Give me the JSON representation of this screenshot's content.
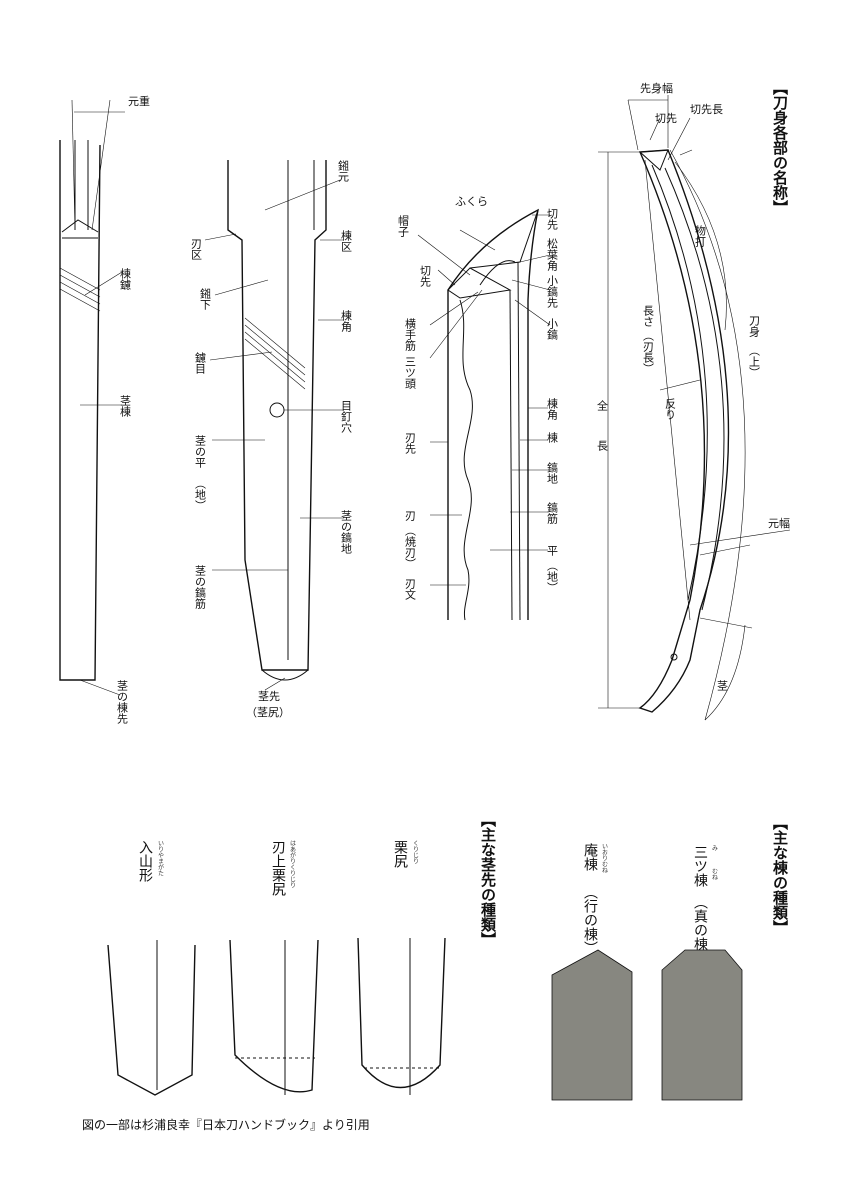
{
  "titles": {
    "blade_parts": "【刀身各部の名称】",
    "nakago_tips": "【主な茎先の種類】",
    "mune_types": "【主な棟の種類】"
  },
  "nakago_view": {
    "motogasane": "元重",
    "mune_machi": "棟鑢",
    "nakago_mune": "茎棟",
    "nakago_mune_saki": "茎の棟先"
  },
  "tang_view": {
    "habaki_moto": "鎺元",
    "ha_machi": "刃区",
    "mune_machi": "棟区",
    "habaki_shita": "鎺下",
    "mune_kado": "棟角",
    "yasuri_me": "鑢目",
    "mekugi_ana": "目釘穴",
    "nakago_hira": "茎の平",
    "nakago_hira_sub": "（地）",
    "nakago_shinogiji": "茎の鎬地",
    "nakago_shinogi": "茎の鎬筋",
    "nakago_saki": "茎先",
    "nakago_saki_sub": "（茎尻）"
  },
  "point_view": {
    "kissaki_top": "切先",
    "fukura": "ふくら",
    "boshi": "帽子",
    "matsuba_kado": "松葉角",
    "kissaki_side": "切先",
    "koshinogi_saki": "小鎬先",
    "yokote_suji": "横手筋",
    "koshinogi": "小鎬",
    "mitsu_gashira": "三ツ頭",
    "mune_kado": "棟角",
    "hasaki": "刃先",
    "mune": "棟",
    "shinogiji": "鎬地",
    "ha": "刃",
    "ha_sub": "（焼刃）",
    "shinogi_suji": "鎬筋",
    "hira": "平",
    "hira_sub": "（地）",
    "hamon": "刃文"
  },
  "whole_blade": {
    "sakimi_haba": "先身幅",
    "kissaki": "切先",
    "kissaki_naga": "切先長",
    "monouchi": "物打",
    "nagasa": "長さ",
    "nagasa_sub": "（刃長）",
    "toshin": "刀身",
    "toshin_sub": "（上）",
    "zencho": "全",
    "zencho2": "長",
    "sori": "反り",
    "motohaba": "元幅",
    "nakago": "茎"
  },
  "nakago_tip_types": [
    {
      "name": "入山形",
      "reading": "いりやまがた"
    },
    {
      "name": "刃上栗尻",
      "reading": "はあがりくりじり"
    },
    {
      "name": "栗尻",
      "reading": "くりじり"
    }
  ],
  "mune_type_list": [
    {
      "name": "庵棟",
      "reading": "いおりむね",
      "sub": "（行の棟）"
    },
    {
      "name": "三ツ棟",
      "reading_mi": "み",
      "reading_mune": "むね",
      "sub": "（真の棟）"
    }
  ],
  "colors": {
    "mune_fill": "#878780",
    "line": "#111111"
  },
  "caption": "図の一部は杉浦良幸『日本刀ハンドブック』より引用"
}
